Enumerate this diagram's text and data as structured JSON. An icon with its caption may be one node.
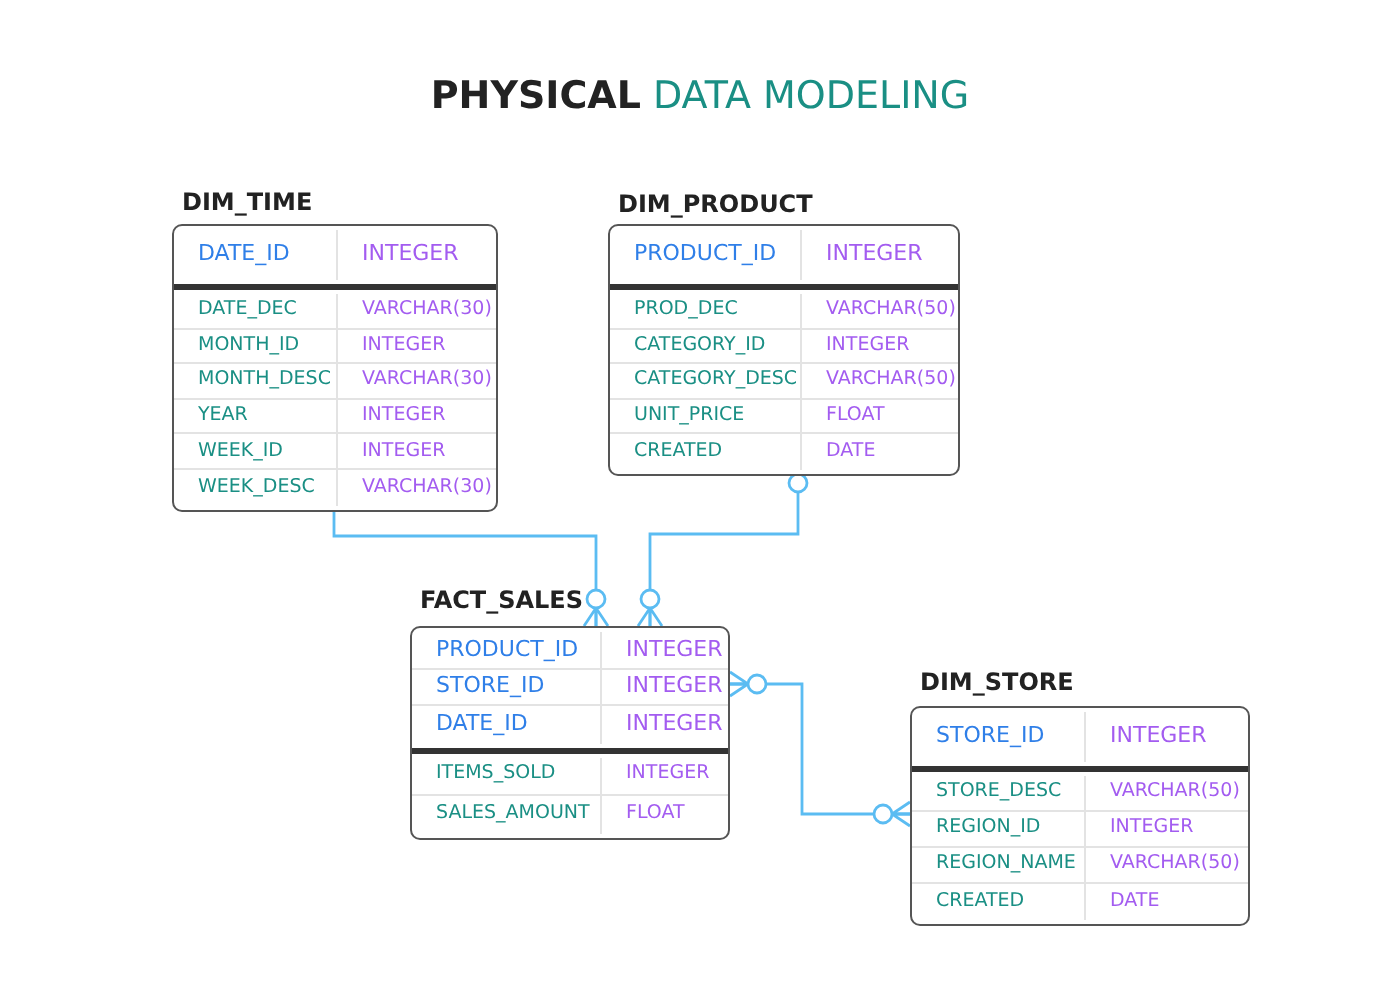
{
  "diagram": {
    "title": "**PHYSICAL** DATA MODELING",
    "nodes": [
      {
        "text": [
          "DIM_TIME"
        ]
      },
      {
        "text": [
          "DATE_ID",
          "INTEGER"
        ],
        "in": 0
      },
      {
        "text": [
          "DATE_DEC",
          "VARCHAR(30)",
          "MONTH_ID",
          "INTEGER",
          "MONTH_DESC",
          "VARCHAR(30)",
          "YEAR",
          "INTEGER",
          "WEEK_ID",
          "INTEGER",
          "WEEK_DESC",
          "VARCHAR(30)"
        ],
        "in": 0
      },
      {
        "text": [
          "DIM_PRODUCT"
        ]
      },
      {
        "text": [
          "PRODUCT_ID",
          "INTEGER"
        ],
        "in": 3
      },
      {
        "text": [
          "PROD_DEC",
          "VARCHAR(50)",
          "CATEGORY_ID",
          "INTEGER",
          "CATEGORY_DESC",
          "VARCHAR(50)",
          "UNIT_PRICE",
          "FLOAT",
          "CREATED",
          "DATE"
        ],
        "in": 3
      },
      {
        "text": [
          "FACT_SALES"
        ]
      },
      {
        "text": [
          "PRODUCT_ID",
          "INTEGER",
          "STORE_ID",
          "INTEGER",
          "DATE_ID",
          "INTEGER"
        ],
        "in": 6
      },
      {
        "text": [
          "ITEMS_SOLD",
          "INTEGER",
          "SALES_AMOUNT",
          "FLOAT"
        ],
        "in": 6
      },
      {
        "text": [
          "DIM_STORE"
        ]
      },
      {
        "text": [
          "STORE_ID",
          "INTEGER"
        ],
        "in": 9
      },
      {
        "text": [
          "STORE_DESC",
          "VARCHAR(50)",
          "REGION_ID",
          "INTEGER",
          "REGION_NAME",
          "VARCHAR(50)",
          "CREATED",
          "DATE"
        ],
        "in": 9
      }
    ],
    "edges": [
      {
        "from": 2,
        "to": 7,
        "arrow": "other"
      },
      {
        "from": 5,
        "to": 7,
        "arrow": "other"
      },
      {
        "from": 7,
        "to": 11,
        "arrow": "other"
      }
    ]
  }
}
